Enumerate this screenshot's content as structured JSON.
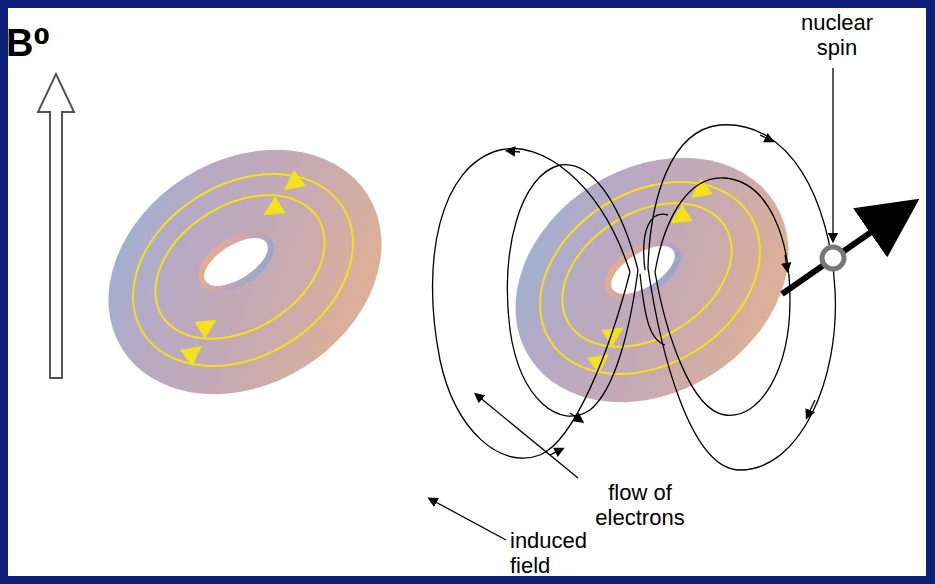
{
  "diagram": {
    "labels": [
      "B⁰",
      "nuclear spin",
      "flow of electrons",
      "induced field"
    ]
  }
}
